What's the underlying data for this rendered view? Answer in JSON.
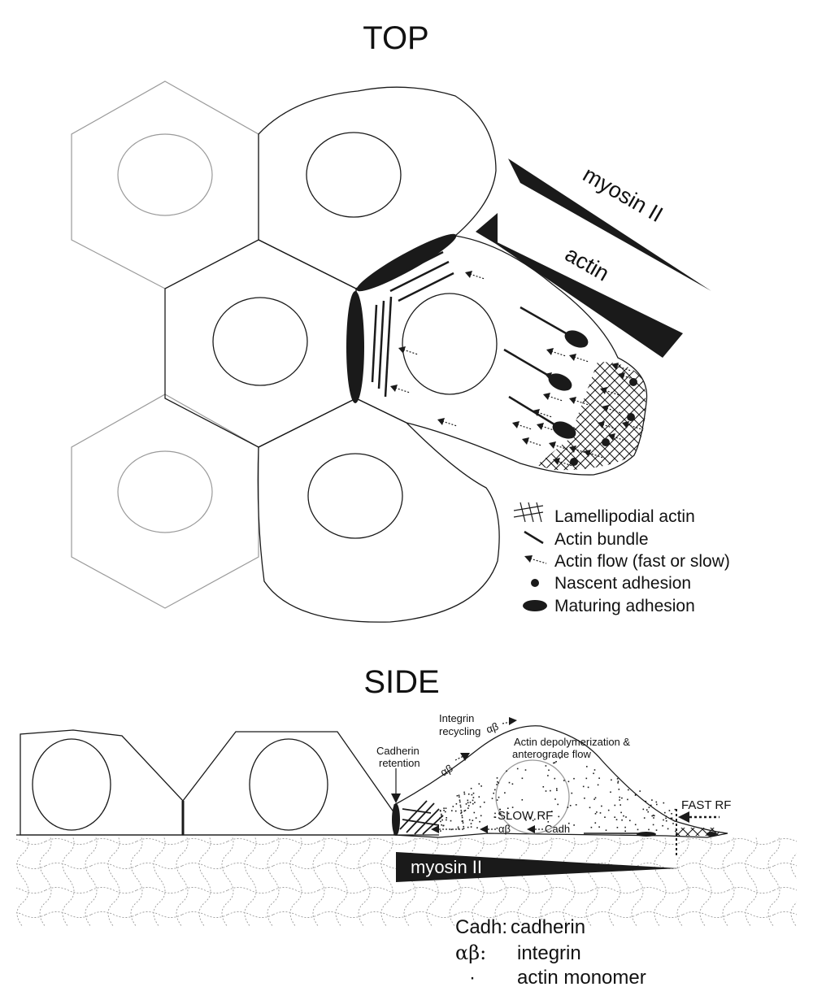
{
  "top": {
    "title": "TOP",
    "gradient_labels": {
      "myosin": "myosin II",
      "actin": "actin"
    },
    "legend": [
      {
        "icon": "lamellipodial-actin-icon",
        "label": "Lamellipodial actin"
      },
      {
        "icon": "actin-bundle-icon",
        "label": "Actin bundle"
      },
      {
        "icon": "actin-flow-icon",
        "label": "Actin flow (fast or slow)"
      },
      {
        "icon": "nascent-adhesion-icon",
        "label": "Nascent adhesion"
      },
      {
        "icon": "maturing-adhesion-icon",
        "label": "Maturing adhesion"
      }
    ]
  },
  "side": {
    "title": "SIDE",
    "labels": {
      "integrin_recycling_1": "Integrin",
      "integrin_recycling_2": "recycling",
      "cadherin_retention_1": "Cadherin",
      "cadherin_retention_2": "retention",
      "actin_depoly_1": "Actin depolymerization &",
      "actin_depoly_2": "anterograde flow",
      "slow_rf": "SLOW RF",
      "fast_rf": "FAST RF",
      "ab_top1": "αβ",
      "ab_top2": "αβ",
      "ab_bottom": "αβ",
      "cadh": "Cadh",
      "myosin": "myosin II"
    },
    "legend": [
      {
        "key": "Cadh:",
        "value": "cadherin"
      },
      {
        "key": "αβ:",
        "value": "integrin"
      },
      {
        "key": "·",
        "value": "actin monomer"
      }
    ]
  },
  "colors": {
    "ink": "#1a1a1a",
    "faint": "#9a9a9a"
  }
}
